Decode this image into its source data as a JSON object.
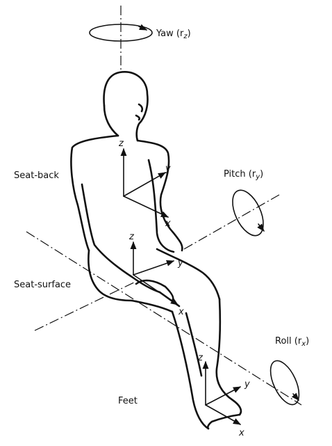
{
  "labels": {
    "yaw": "Yaw (r",
    "yaw_sub": "z",
    "pitch": "Pitch (r",
    "pitch_sub": "y",
    "roll": "Roll (r",
    "roll_sub": "x",
    "close": ")",
    "seat_back": "Seat-back",
    "seat_surface": "Seat-surface",
    "feet": "Feet"
  },
  "axes": {
    "x": "x",
    "y": "y",
    "z": "z"
  },
  "colors": {
    "ink": "#111111",
    "background": "#ffffff"
  }
}
